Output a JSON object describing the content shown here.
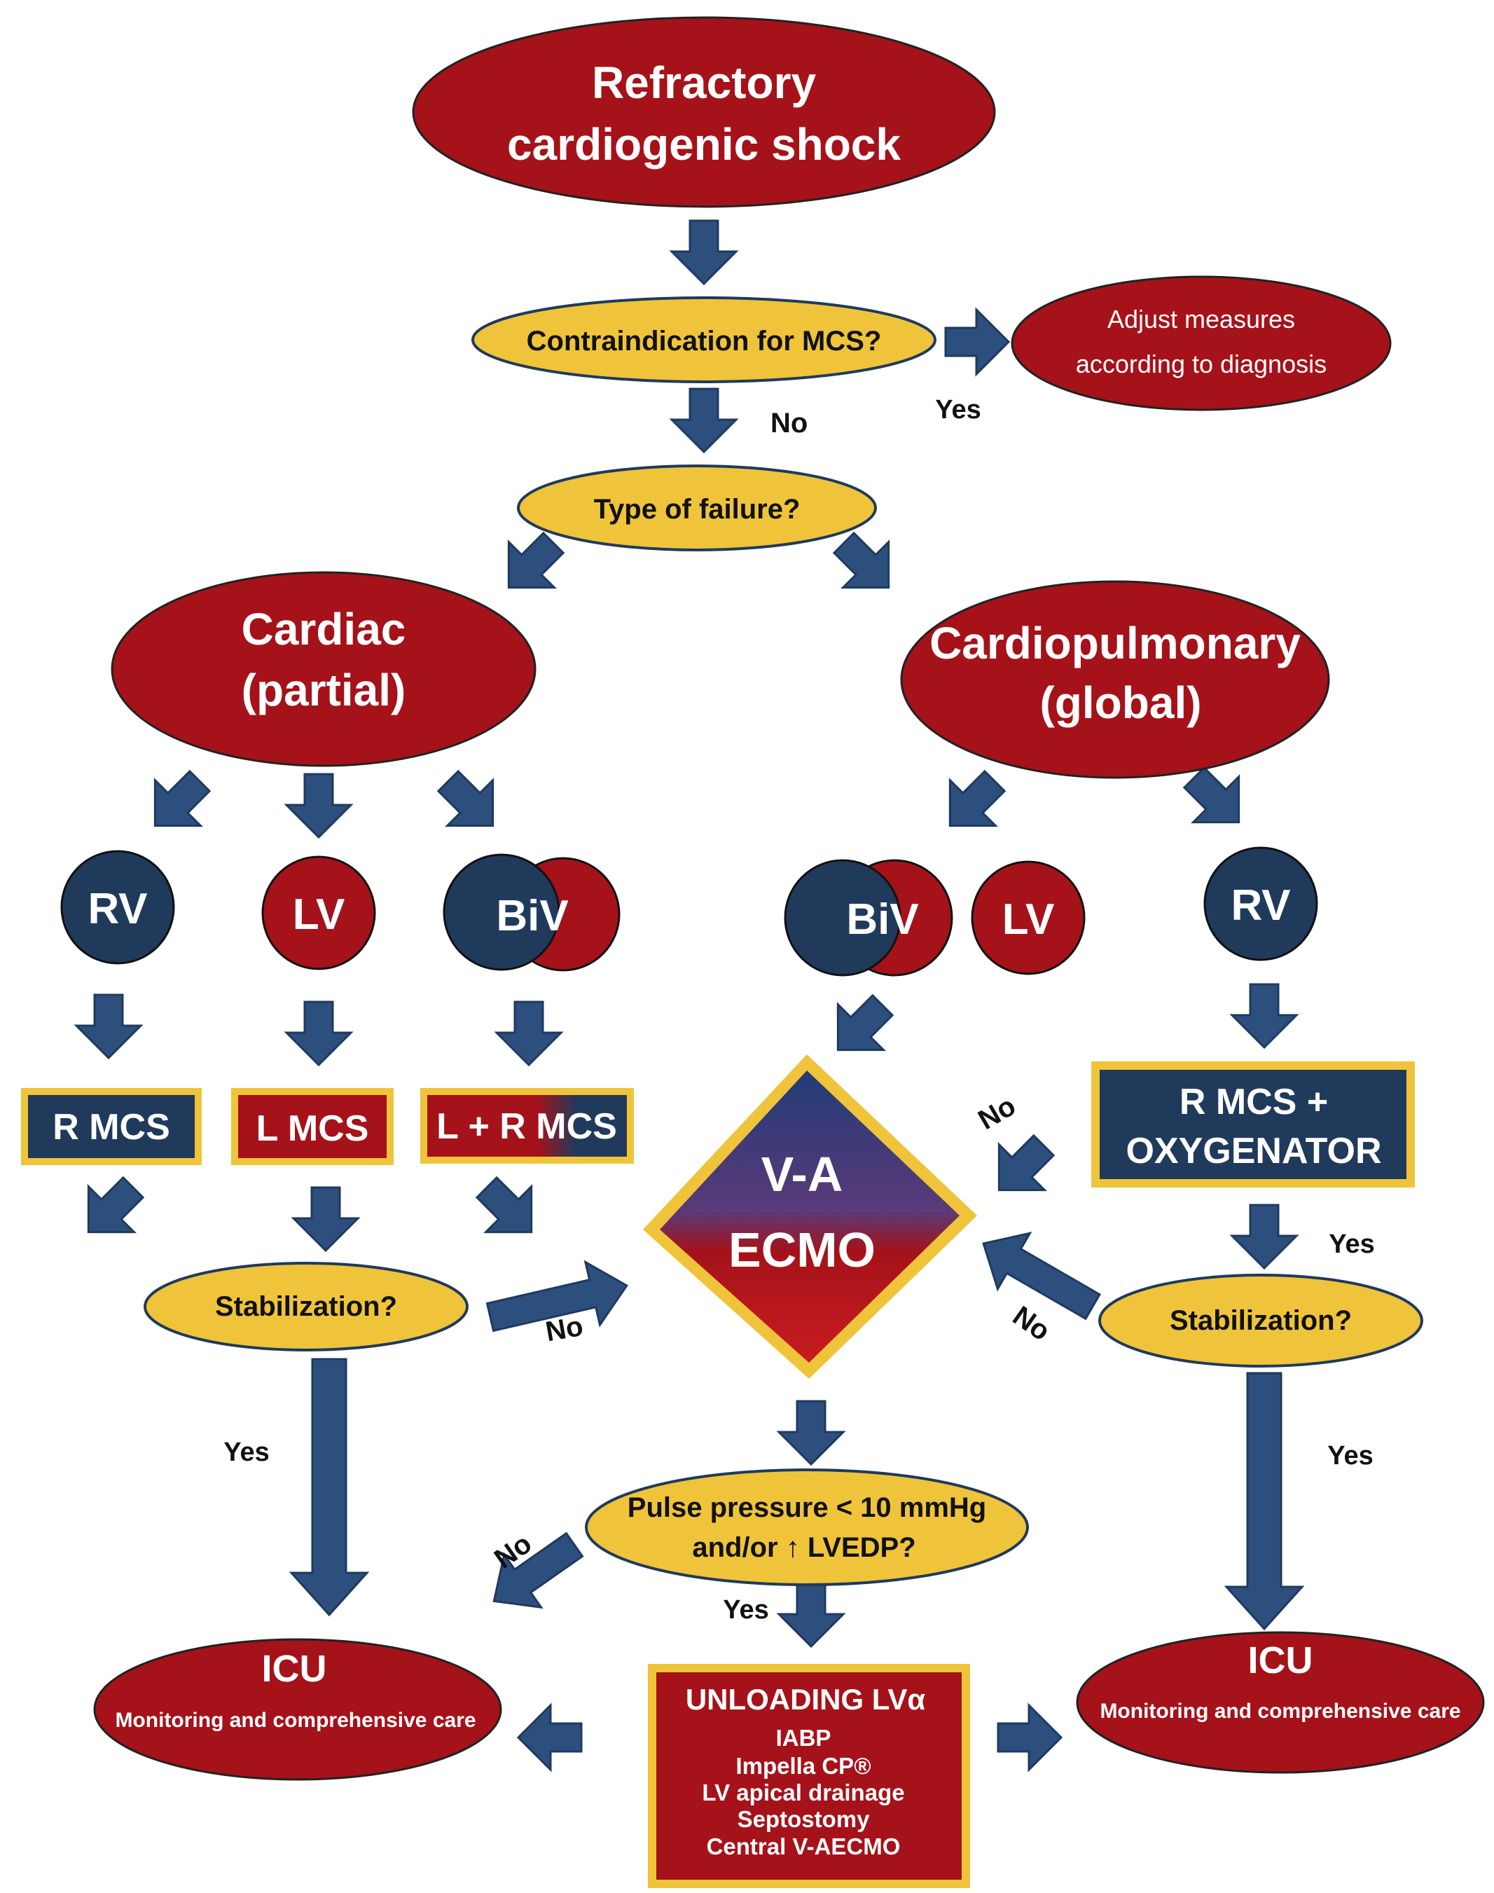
{
  "colors": {
    "red": "#a5121a",
    "navy": "#203a5c",
    "yellow": "#efc43a",
    "arrow": "#2d4f7e"
  },
  "nodes": {
    "refractory_line1": "Refractory",
    "refractory_line2": "cardiogenic shock",
    "contraindication": "Contraindication for MCS?",
    "adjust_line1": "Adjust measures",
    "adjust_line2": "according to diagnosis",
    "type_failure": "Type of failure?",
    "cardiac_line1": "Cardiac",
    "cardiac_line2": "(partial)",
    "cardiopulmonary_line1": "Cardiopulmonary",
    "cardiopulmonary_line2": "(global)",
    "rv": "RV",
    "lv": "LV",
    "biv": "BiV",
    "r_mcs": "R MCS",
    "l_mcs": "L MCS",
    "lr_mcs": "L + R MCS",
    "r_mcs_oxy_line1": "R MCS  +",
    "r_mcs_oxy_line2": "OXYGENATOR",
    "va_line1": "V-A",
    "va_line2": "ECMO",
    "stabilization": "Stabilization?",
    "pulse_line1": "Pulse pressure < 10 mmHg",
    "pulse_line2": "and/or ↑ LVEDP?",
    "icu": "ICU",
    "icu_sub": "Monitoring and comprehensive care",
    "unloading_title": "UNLOADING LVα",
    "unloading_items": [
      "IABP",
      "Impella CP®",
      "LV apical drainage",
      "Septostomy",
      "Central V-AECMO"
    ]
  },
  "labels": {
    "yes": "Yes",
    "no": "No"
  }
}
